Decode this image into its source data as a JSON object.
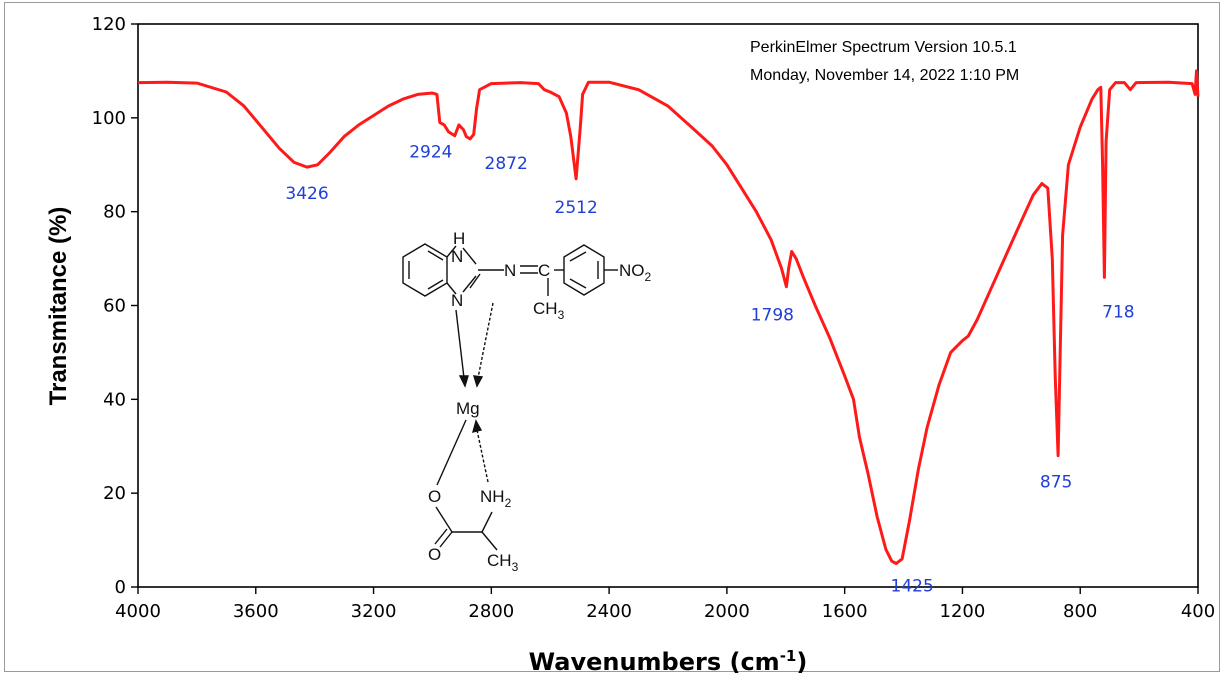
{
  "chart_data": {
    "type": "line",
    "xlabel": "Wavenumbers (cm",
    "xlabel_superscript": "-1",
    "xlabel_close": ")",
    "ylabel": "Transmitance (%)",
    "xlim": [
      4000,
      400
    ],
    "ylim": [
      0,
      120
    ],
    "x_reversed": true,
    "grid": false,
    "line_color": "#ff1a1a",
    "peak_label_color": "#1f3fd6",
    "x_ticks": [
      "4000",
      "3600",
      "3200",
      "2800",
      "2400",
      "2000",
      "1600",
      "1200",
      "800",
      "400"
    ],
    "y_ticks": [
      "0",
      "20",
      "40",
      "60",
      "80",
      "100",
      "120"
    ],
    "annotations": [
      "PerkinElmer Spectrum Version 10.5.1",
      "Monday, November 14, 2022 1:10 PM"
    ],
    "peaks": [
      {
        "x": 3426,
        "y": 89.5,
        "label": "3426"
      },
      {
        "x": 2924,
        "y": 96.2,
        "label": "2924"
      },
      {
        "x": 2872,
        "y": 95.5,
        "label": "2872"
      },
      {
        "x": 2512,
        "y": 87.0,
        "label": "2512"
      },
      {
        "x": 1798,
        "y": 64.0,
        "label": "1798"
      },
      {
        "x": 1425,
        "y": 5.0,
        "label": "1425"
      },
      {
        "x": 875,
        "y": 28.0,
        "label": "875"
      },
      {
        "x": 718,
        "y": 66.0,
        "label": "718"
      }
    ],
    "series": [
      {
        "points": [
          [
            4000,
            107.5
          ],
          [
            3900,
            107.6
          ],
          [
            3800,
            107.4
          ],
          [
            3700,
            105.5
          ],
          [
            3640,
            102.5
          ],
          [
            3580,
            98.0
          ],
          [
            3520,
            93.5
          ],
          [
            3470,
            90.5
          ],
          [
            3426,
            89.5
          ],
          [
            3390,
            90.0
          ],
          [
            3350,
            92.5
          ],
          [
            3300,
            96.0
          ],
          [
            3250,
            98.5
          ],
          [
            3200,
            100.5
          ],
          [
            3150,
            102.5
          ],
          [
            3100,
            104.0
          ],
          [
            3050,
            105.0
          ],
          [
            3000,
            105.3
          ],
          [
            2985,
            105.0
          ],
          [
            2975,
            99.0
          ],
          [
            2960,
            98.5
          ],
          [
            2945,
            97.0
          ],
          [
            2924,
            96.2
          ],
          [
            2910,
            98.5
          ],
          [
            2895,
            97.5
          ],
          [
            2885,
            96.0
          ],
          [
            2872,
            95.5
          ],
          [
            2860,
            96.5
          ],
          [
            2850,
            102.0
          ],
          [
            2840,
            106.0
          ],
          [
            2800,
            107.3
          ],
          [
            2700,
            107.5
          ],
          [
            2640,
            107.3
          ],
          [
            2620,
            106.0
          ],
          [
            2600,
            105.5
          ],
          [
            2570,
            104.5
          ],
          [
            2545,
            101.0
          ],
          [
            2530,
            96.0
          ],
          [
            2512,
            87.0
          ],
          [
            2498,
            98.0
          ],
          [
            2490,
            105.0
          ],
          [
            2470,
            107.6
          ],
          [
            2400,
            107.6
          ],
          [
            2300,
            106.0
          ],
          [
            2200,
            102.5
          ],
          [
            2120,
            98.0
          ],
          [
            2050,
            94.0
          ],
          [
            2000,
            90.0
          ],
          [
            1950,
            85.0
          ],
          [
            1900,
            80.0
          ],
          [
            1850,
            74.0
          ],
          [
            1815,
            68.0
          ],
          [
            1798,
            64.0
          ],
          [
            1790,
            68.0
          ],
          [
            1780,
            71.5
          ],
          [
            1765,
            70.0
          ],
          [
            1740,
            66.0
          ],
          [
            1700,
            60.0
          ],
          [
            1650,
            53.0
          ],
          [
            1600,
            45.0
          ],
          [
            1570,
            40.0
          ],
          [
            1550,
            32.0
          ],
          [
            1520,
            24.0
          ],
          [
            1490,
            15.0
          ],
          [
            1460,
            8.0
          ],
          [
            1440,
            5.5
          ],
          [
            1425,
            5.0
          ],
          [
            1405,
            6.0
          ],
          [
            1380,
            14.0
          ],
          [
            1350,
            25.0
          ],
          [
            1320,
            34.0
          ],
          [
            1280,
            43.0
          ],
          [
            1240,
            50.0
          ],
          [
            1200,
            52.5
          ],
          [
            1180,
            53.5
          ],
          [
            1150,
            57.0
          ],
          [
            1100,
            64.0
          ],
          [
            1050,
            71.0
          ],
          [
            1000,
            78.0
          ],
          [
            960,
            83.5
          ],
          [
            930,
            86.0
          ],
          [
            910,
            85.0
          ],
          [
            895,
            70.0
          ],
          [
            885,
            45.0
          ],
          [
            875,
            28.0
          ],
          [
            868,
            50.0
          ],
          [
            860,
            75.0
          ],
          [
            840,
            90.0
          ],
          [
            800,
            98.0
          ],
          [
            760,
            104.0
          ],
          [
            740,
            106.0
          ],
          [
            730,
            106.5
          ],
          [
            724,
            90.0
          ],
          [
            718,
            66.0
          ],
          [
            712,
            95.0
          ],
          [
            700,
            106.0
          ],
          [
            680,
            107.5
          ],
          [
            650,
            107.5
          ],
          [
            630,
            106.0
          ],
          [
            610,
            107.5
          ],
          [
            500,
            107.6
          ],
          [
            420,
            107.3
          ],
          [
            410,
            105.0
          ],
          [
            405,
            110.0
          ],
          [
            400,
            104.5
          ]
        ]
      }
    ]
  },
  "structure": {
    "atoms": {
      "nh_top": "H",
      "n_top": "N",
      "n_bottom": "N",
      "imine_n": "N",
      "imine_c": "C",
      "nitro": "NO",
      "nitro_sub": "2",
      "methyl": "CH",
      "methyl_sub": "3",
      "metal": "Mg",
      "o_top": "O",
      "o_bottom": "O",
      "amine": "NH",
      "amine_sub": "2",
      "methyl2": "CH",
      "methyl2_sub": "3"
    }
  }
}
